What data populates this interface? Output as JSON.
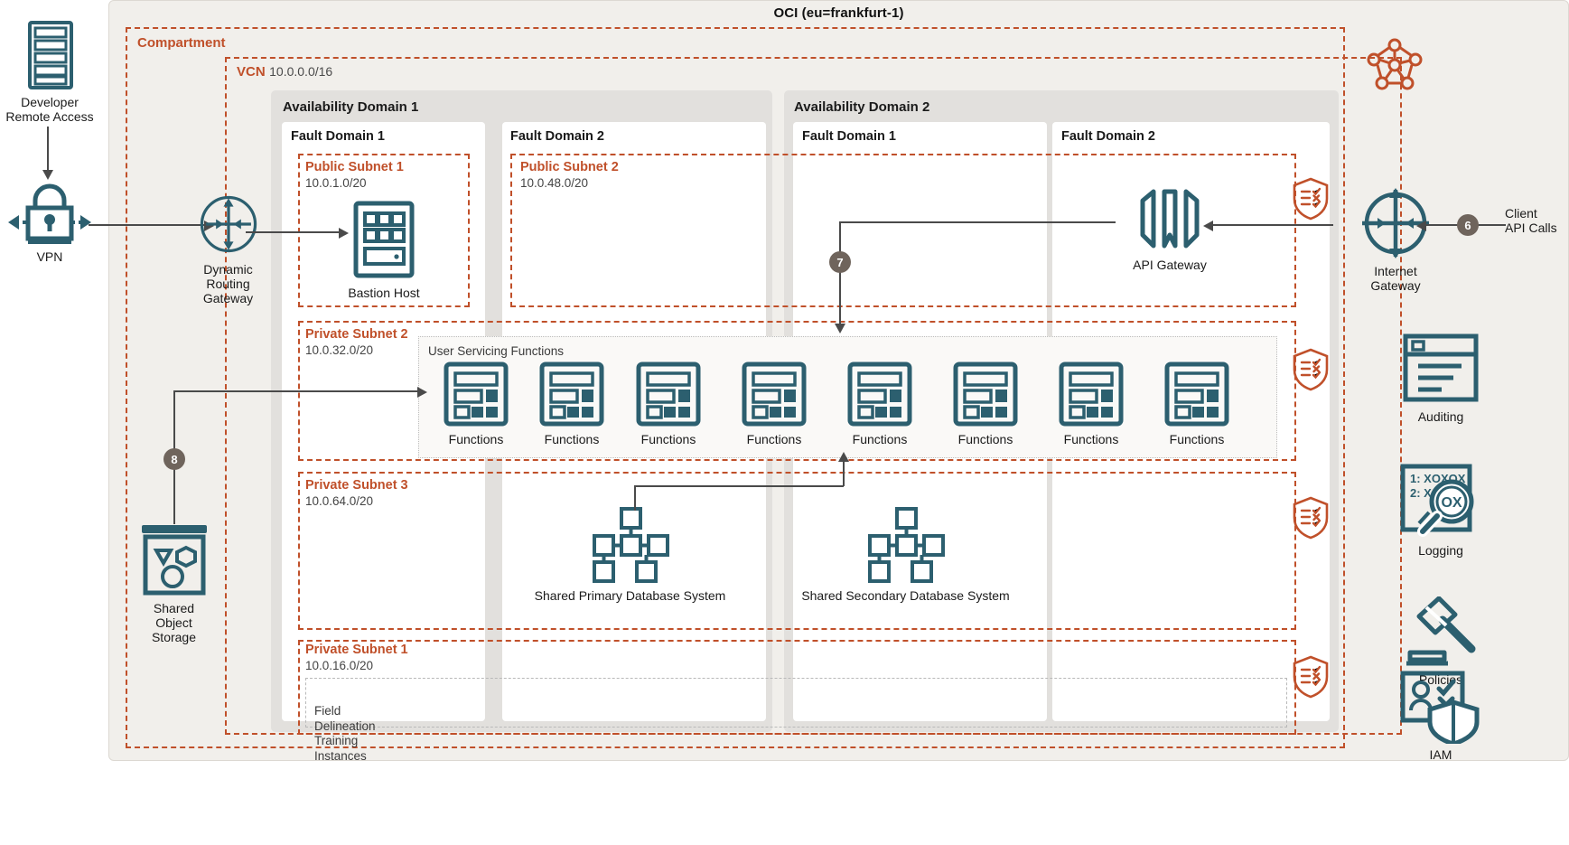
{
  "diagram": {
    "title": "OCI (eu=frankfurt-1)",
    "compartment_label": "Compartment",
    "vcn_label": "VCN",
    "vcn_cidr": "10.0.0.0/16"
  },
  "availability_domains": [
    {
      "name": "Availability Domain 1",
      "fault_domains": [
        "Fault Domain 1",
        "Fault Domain 2"
      ]
    },
    {
      "name": "Availability Domain 2",
      "fault_domains": [
        "Fault Domain 1",
        "Fault Domain 2"
      ]
    }
  ],
  "subnets": {
    "public1": {
      "label": "Public Subnet 1",
      "cidr": "10.0.1.0/20"
    },
    "public2": {
      "label": "Public Subnet 2",
      "cidr": "10.0.48.0/20"
    },
    "private2": {
      "label": "Private Subnet 2",
      "cidr": "10.0.32.0/20"
    },
    "private3": {
      "label": "Private Subnet 3",
      "cidr": "10.0.64.0/20"
    },
    "private1": {
      "label": "Private Subnet 1",
      "cidr": "10.0.16.0/20"
    }
  },
  "external": {
    "developer": "Developer\nRemote Access",
    "developer_line1": "Developer",
    "developer_line2": "Remote Access",
    "vpn": "VPN",
    "drg_line1": "Dynamic",
    "drg_line2": "Routing",
    "drg_line3": "Gateway",
    "object_storage_line1": "Shared",
    "object_storage_line2": "Object",
    "object_storage_line3": "Storage",
    "client_line1": "Client",
    "client_line2": "API Calls"
  },
  "nodes": {
    "bastion": "Bastion Host",
    "api_gateway": "API Gateway",
    "internet_gateway_line1": "Internet",
    "internet_gateway_line2": "Gateway",
    "usf_group": "User Servicing Functions",
    "function_label": "Functions",
    "db_primary": "Shared Primary Database System",
    "db_secondary": "Shared Secondary Database System",
    "fdti_line1": "Field",
    "fdti_line2": "Delineation",
    "fdti_line3": "Training",
    "fdti_line4": "Instances"
  },
  "functions": [
    "Functions",
    "Functions",
    "Functions",
    "Functions",
    "Functions",
    "Functions",
    "Functions",
    "Functions"
  ],
  "steps": [
    {
      "id": "6",
      "number": "6"
    },
    {
      "id": "7",
      "number": "7"
    },
    {
      "id": "8",
      "number": "8"
    }
  ],
  "services": [
    {
      "label": "Auditing",
      "icon": "auditing-icon"
    },
    {
      "label": "Logging",
      "icon": "logging-icon"
    },
    {
      "label": "Policies",
      "icon": "policies-icon"
    },
    {
      "label": "IAM",
      "icon": "iam-icon"
    }
  ],
  "security_lists": [
    {
      "icon": "security-list-shield-icon"
    },
    {
      "icon": "security-list-shield-icon"
    },
    {
      "icon": "security-list-shield-icon"
    },
    {
      "icon": "security-list-shield-icon"
    }
  ],
  "colors": {
    "orange": "#c0502a",
    "teal": "#2c5f6f",
    "shell_bg": "#f1efeb",
    "ad_bg": "#e2e0dd",
    "step_bg": "#6f645c",
    "line": "#4a4a4a"
  }
}
